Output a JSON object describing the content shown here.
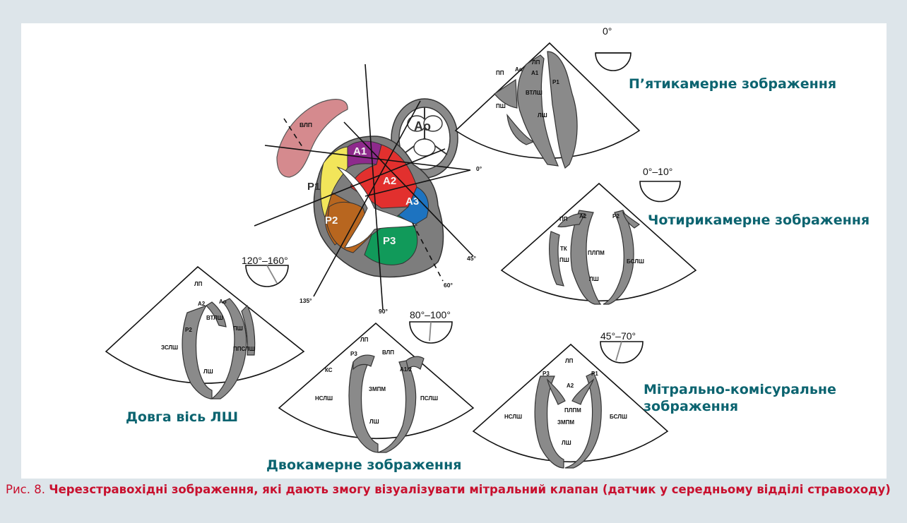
{
  "views": {
    "five_chamber": {
      "title": "П’ятикамерне зображення",
      "angle": "0°",
      "labels": {
        "lp": "ЛП",
        "pp": "ПП",
        "ao": "Ао",
        "a1": "А1",
        "p1": "Р1",
        "vtlsh": "ВТЛШ",
        "psh": "ПШ",
        "lsh": "ЛШ"
      }
    },
    "four_chamber": {
      "title": "Чотирикамерне зображення",
      "angle": "0°–10°",
      "labels": {
        "pp": "ПП",
        "a2": "А2",
        "p2": "Р2",
        "tk": "ТК",
        "psh": "ПШ",
        "plpm": "ПЛПМ",
        "lsh": "ЛШ",
        "bslsh": "БСЛШ"
      }
    },
    "long_axis": {
      "title": "Довга вісь ЛШ",
      "angle": "120°–160°",
      "labels": {
        "lp": "ЛП",
        "a2": "А2",
        "ao": "Ао",
        "p2": "Р2",
        "vtlsh": "ВТЛШ",
        "psh": "ПШ",
        "zslsh": "ЗСЛШ",
        "ppslsh": "ППСЛШ",
        "lsh": "ЛШ"
      }
    },
    "two_chamber": {
      "title": "Двокамерне зображення",
      "angle": "80°–100°",
      "labels": {
        "lp": "ЛП",
        "p3": "Р3",
        "vlp": "ВЛП",
        "ks": "КС",
        "a12": "А1/2",
        "zmpm": "ЗМПМ",
        "nslsh": "НСЛШ",
        "pslsh": "ПСЛШ",
        "lsh": "ЛШ"
      }
    },
    "mitral_commissural": {
      "title": "Мітрально-комісуральне зображення",
      "title_lines": [
        "Мітрально-комісуральне",
        "зображення"
      ],
      "angle": "45°–70°",
      "labels": {
        "lp": "ЛП",
        "p3": "Р3",
        "p1": "Р1",
        "a2": "А2",
        "plpm": "ПЛПМ",
        "zmpm": "ЗМПМ",
        "nslsh": "НСЛШ",
        "bslsh": "БСЛШ",
        "lsh": "ЛШ"
      }
    }
  },
  "valve": {
    "scallops": {
      "a1": "А1",
      "a2": "А2",
      "a3": "А3",
      "p1": "Р1",
      "p2": "Р2",
      "p3": "Р3"
    },
    "ao": "Ао",
    "vlp": "ВЛП",
    "angles": {
      "deg0": "0°",
      "deg45": "45°",
      "deg60": "60°",
      "deg90": "90°",
      "deg135": "135°"
    },
    "colors": {
      "a1": "#8e2a8c",
      "a2": "#e2302e",
      "a3": "#1d73c0",
      "p1": "#f2e55a",
      "p2": "#b8661f",
      "p3": "#119a5a",
      "vlp": "#d58a8e",
      "wall": "#7d7d7d"
    }
  },
  "caption": {
    "prefix": "Рис. 8.",
    "text": "Черезстравохідні зображення, які дають змогу візуалізувати мітральний клапан (датчик у середньому відділі стравоходу)"
  },
  "colors": {
    "title_teal": "#0c6470",
    "caption_red": "#c8102e",
    "background": "#dde5ea",
    "tissue_gray": "#8a8a8a"
  }
}
